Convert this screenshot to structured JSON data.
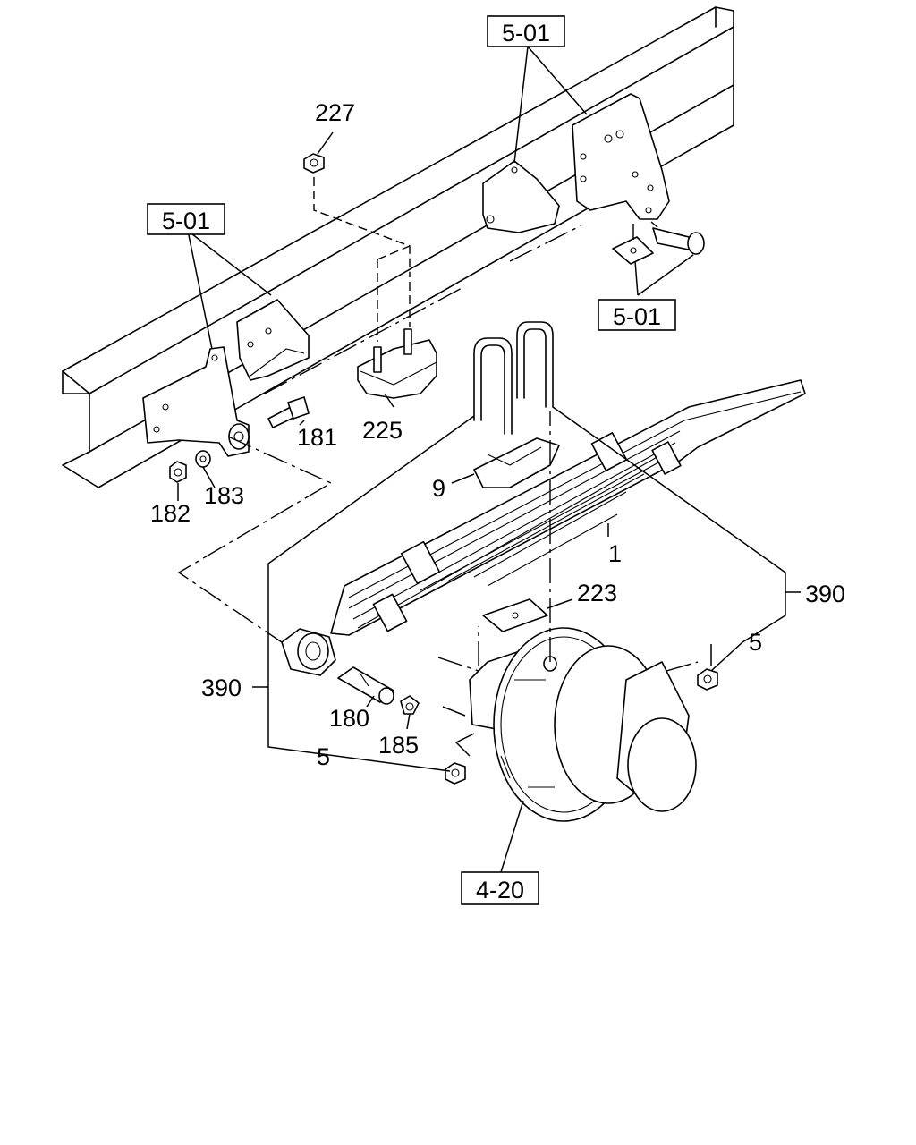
{
  "labels": {
    "p227": "227",
    "p225": "225",
    "p181": "181",
    "p182": "182",
    "p183": "183",
    "p9": "9",
    "p1": "1",
    "p223": "223",
    "p390_right": "390",
    "p390_left": "390",
    "p5_right": "5",
    "p5_left": "5",
    "p180": "180",
    "p185": "185"
  },
  "references": {
    "top": "5-01",
    "left": "5-01",
    "right": "5-01",
    "axle": "4-20"
  }
}
